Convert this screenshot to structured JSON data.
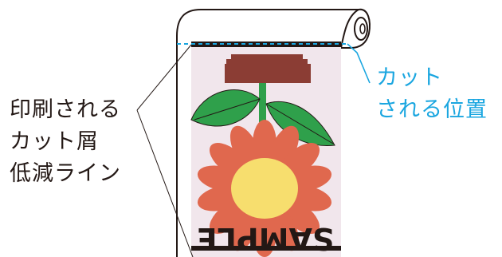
{
  "labels": {
    "left": [
      "印刷される",
      "カット屑",
      "低減ライン"
    ],
    "right": [
      "カット",
      "される位置"
    ]
  },
  "sample_text": "SAMPLE",
  "colors": {
    "outline": "#231815",
    "cut_line": "#1aa6e0",
    "paper_print": "#f1e6ec",
    "pot": "#8b3d34",
    "leaf": "#2fa04b",
    "petal": "#e0684e",
    "flower_center": "#f7de6e"
  }
}
